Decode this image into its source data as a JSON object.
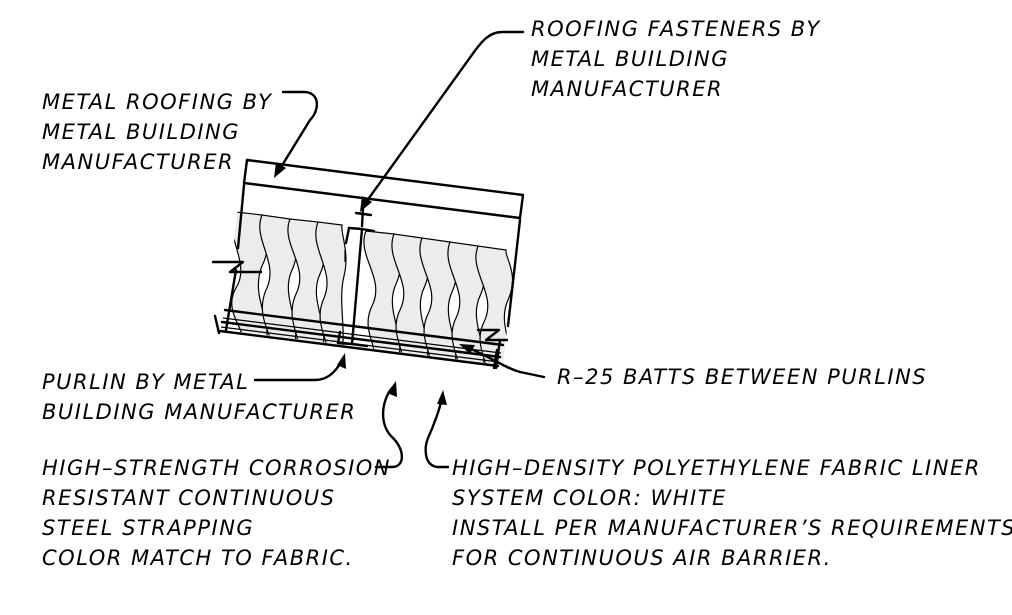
{
  "labels": {
    "metal_roofing": [
      "METAL ROOFING BY",
      "METAL BUILDING",
      "MANUFACTURER"
    ],
    "roofing_fasteners": [
      "ROOFING FASTENERS BY",
      "METAL BUILDING",
      "MANUFACTURER"
    ],
    "purlin": [
      "PURLIN BY METAL",
      "BUILDING MANUFACTURER"
    ],
    "batts": [
      "R–25 BATTS BETWEEN PURLINS"
    ],
    "steel_strapping": [
      "HIGH–STRENGTH CORROSION",
      "RESISTANT CONTINUOUS",
      "STEEL STRAPPING",
      "COLOR MATCH TO FABRIC."
    ],
    "fabric_liner": [
      "HIGH–DENSITY POLYETHYLENE FABRIC LINER",
      "SYSTEM COLOR: WHITE",
      "INSTALL PER MANUFACTURER’S REQUIREMENTS",
      "FOR CONTINUOUS AIR BARRIER."
    ]
  }
}
